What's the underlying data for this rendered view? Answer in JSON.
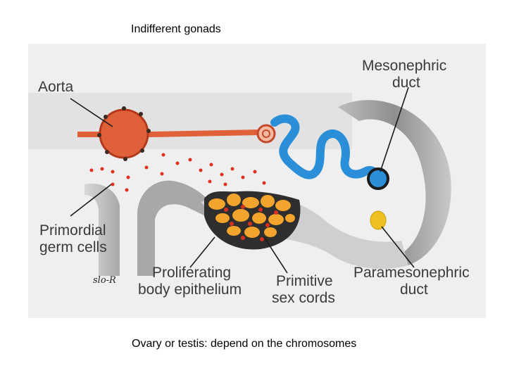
{
  "title": "Indifferent gonads",
  "caption": "Ovary or testis: depend on the chromosomes",
  "diagram": {
    "labels": {
      "aorta": "Aorta",
      "mesonephric_duct": [
        "Mesonephric",
        "duct"
      ],
      "primordial_germ_cells": [
        "Primordial",
        "germ cells"
      ],
      "proliferating_body_epithelium": [
        "Proliferating",
        "body epithelium"
      ],
      "primitive_sex_cords": [
        "Primitive",
        "sex cords"
      ],
      "paramesonephric_duct": [
        "Paramesonephric",
        "duct"
      ]
    },
    "signature": "slo-R"
  },
  "colors": {
    "background_panel": "#eeeeee",
    "aorta": "#e0603a",
    "mesonephric_duct": "#2a8fd8",
    "paramesonephric_duct": "#f0c020",
    "gonad": "#2e2e2e",
    "sex_cords": "#f2a42c",
    "germ_cells": "#e03020",
    "tissue_gray": "#9a9a9a"
  }
}
